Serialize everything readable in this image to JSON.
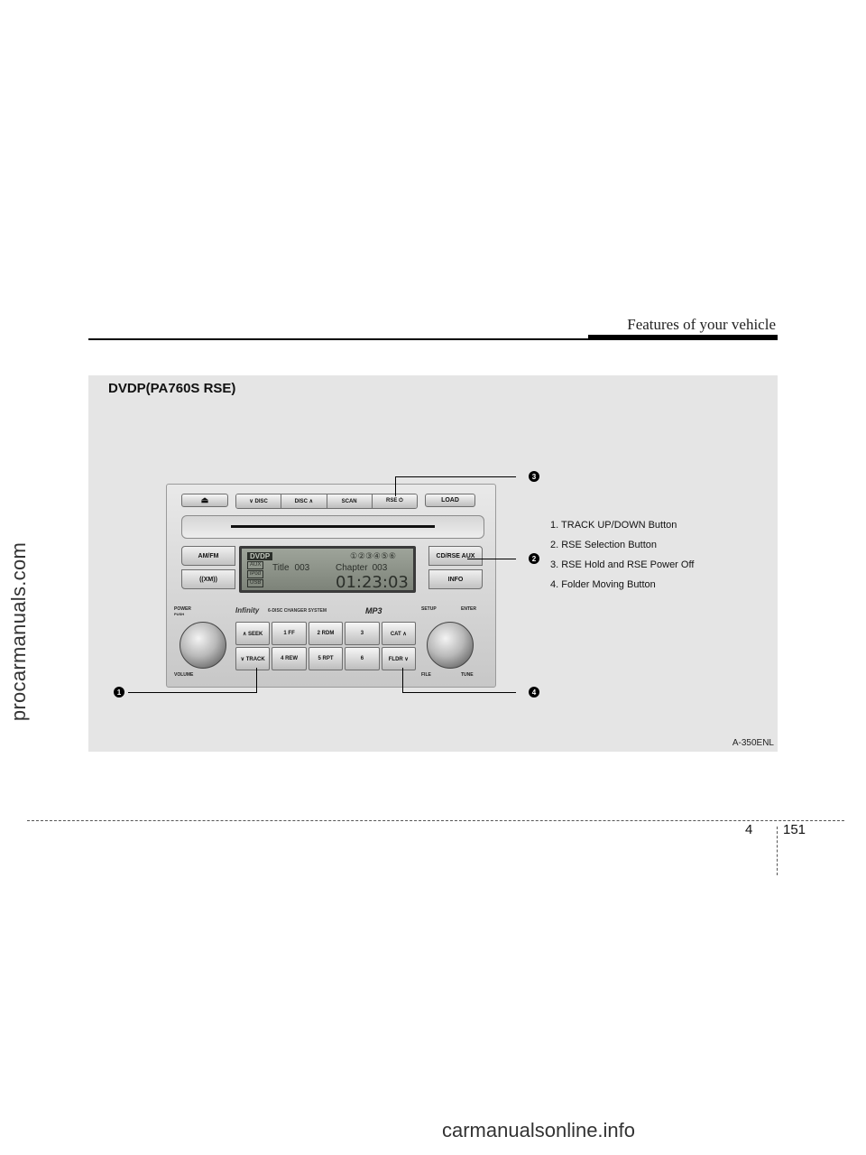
{
  "header": {
    "section_title": "Features of your vehicle"
  },
  "side_watermark": "procarmanuals.com",
  "figure": {
    "title": "DVDP(PA760S RSE)",
    "code": "A-350ENL",
    "legend": [
      "1. TRACK UP/DOWN Button",
      "2. RSE Selection Button",
      "3. RSE Hold and RSE Power Off",
      "4. Folder Moving Button"
    ],
    "callouts": [
      "1",
      "2",
      "3",
      "4"
    ],
    "radio": {
      "eject_symbol": "⏏",
      "top_buttons": [
        "∨ DISC",
        "DISC ∧",
        "SCAN",
        "RSE ⏻"
      ],
      "load": "LOAD",
      "am_fm": "AM/FM",
      "xm": "((XM))",
      "cd_rse_aux": "CD/RSE AUX",
      "info": "INFO",
      "display": {
        "mode": "DVDP",
        "sources": [
          "AUX",
          "iPod",
          "USB"
        ],
        "disc_slots": "①②③④⑤⑥",
        "title_label": "Title",
        "title_value": "003",
        "chapter_label": "Chapter",
        "chapter_value": "003",
        "time": "01:23:03"
      },
      "brand": "Infinity",
      "brand_sub": "6-DISC CHANGER SYSTEM",
      "mp3": "MP3",
      "power": "POWER",
      "push": "PUSH",
      "volume": "VOLUME",
      "setup": "SETUP",
      "enter": "ENTER",
      "file": "FILE",
      "tune": "TUNE",
      "keys": [
        "∧ SEEK",
        "1 FF",
        "2 RDM",
        "3",
        "CAT ∧",
        "∨ TRACK",
        "4 REW",
        "5 RPT",
        "6",
        "FLDR ∨"
      ]
    }
  },
  "footer": {
    "chapter": "4",
    "page": "151",
    "watermark": "carmanualsonline.info"
  }
}
